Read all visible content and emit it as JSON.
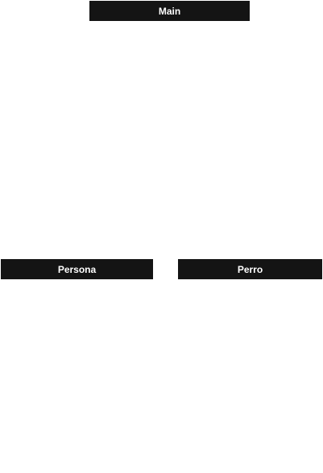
{
  "diagram": {
    "nodes": [
      {
        "id": "main",
        "label": "Main"
      },
      {
        "id": "persona",
        "label": "Persona"
      },
      {
        "id": "perro",
        "label": "Perro"
      }
    ]
  }
}
